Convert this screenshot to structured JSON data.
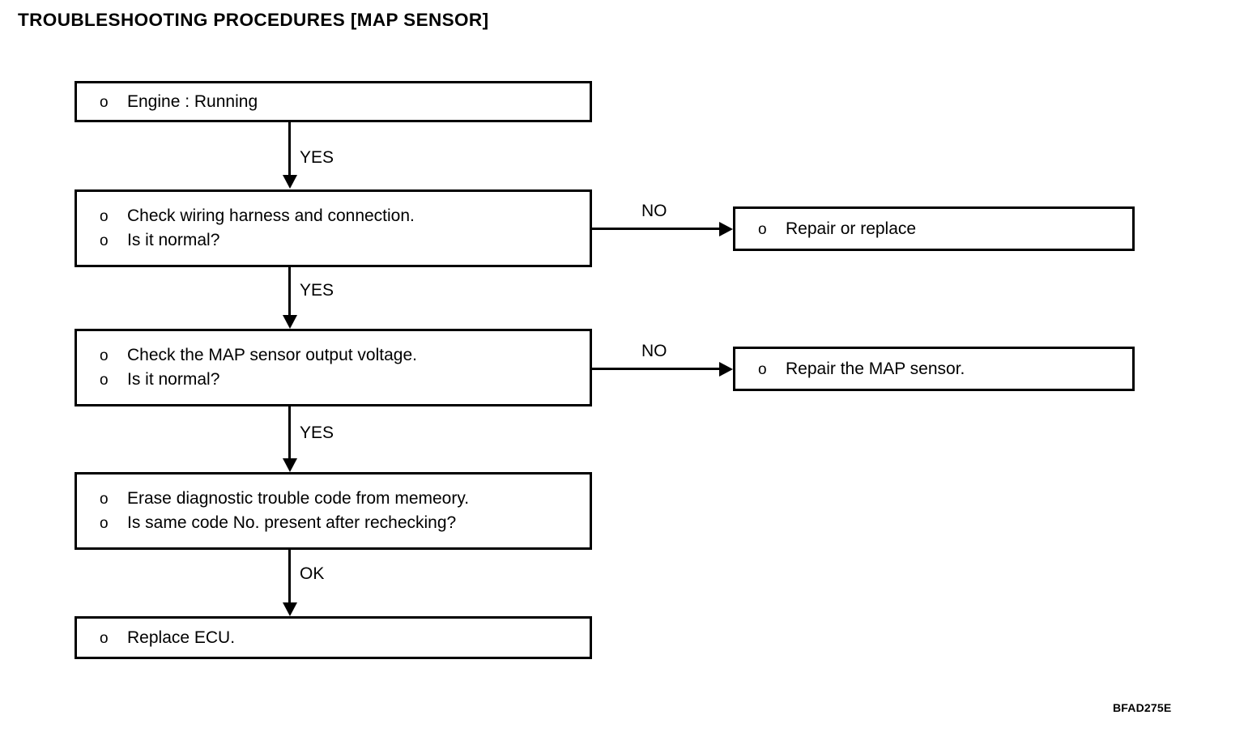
{
  "title": "TROUBLESHOOTING PROCEDURES [MAP SENSOR]",
  "figure_code": "BFAD275E",
  "bullet": "o",
  "flow": {
    "boxes": [
      {
        "id": "engine-running",
        "lines": [
          "Engine : Running"
        ]
      },
      {
        "id": "check-wiring",
        "lines": [
          "Check wiring harness and connection.",
          "Is it normal?"
        ]
      },
      {
        "id": "check-map-voltage",
        "lines": [
          "Check the MAP sensor output voltage.",
          "Is it normal?"
        ]
      },
      {
        "id": "erase-dtc",
        "lines": [
          "Erase diagnostic trouble code from memeory.",
          "Is same code No. present after rechecking?"
        ]
      },
      {
        "id": "replace-ecu",
        "lines": [
          "Replace ECU."
        ]
      },
      {
        "id": "repair-or-replace",
        "lines": [
          "Repair or replace"
        ]
      },
      {
        "id": "repair-map-sensor",
        "lines": [
          "Repair the MAP sensor."
        ]
      }
    ],
    "edges": [
      {
        "id": "engine-to-wiring",
        "label": "YES"
      },
      {
        "id": "wiring-to-voltage",
        "label": "YES"
      },
      {
        "id": "voltage-to-erase",
        "label": "YES"
      },
      {
        "id": "erase-to-ecu",
        "label": "OK"
      },
      {
        "id": "wiring-to-repair-replace",
        "label": "NO"
      },
      {
        "id": "voltage-to-repair-map",
        "label": "NO"
      }
    ]
  },
  "colors": {
    "line": "#000000",
    "background": "#ffffff",
    "text": "#000000"
  }
}
